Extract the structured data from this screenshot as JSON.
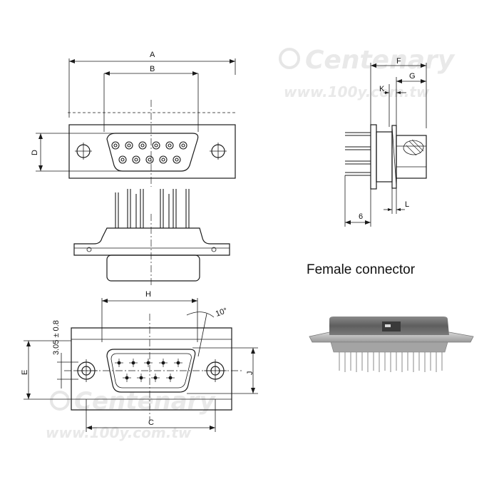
{
  "watermark": {
    "brand": "Centenary",
    "url": "www.100y.com.tw"
  },
  "dimension_labels": {
    "A": "A",
    "B": "B",
    "C": "C",
    "D": "D",
    "E": "E",
    "F": "F",
    "G": "G",
    "H": "H",
    "J": "J",
    "K": "K",
    "L": "L",
    "six": "6",
    "hole": "3.05 ± 0.8",
    "angle": "10°"
  },
  "caption": "Female connector",
  "colors": {
    "line": "#1a1a1a",
    "watermark": "#e9e9e9",
    "photo_body": "#6e6e6e",
    "photo_pins": "#c8c8c8"
  }
}
